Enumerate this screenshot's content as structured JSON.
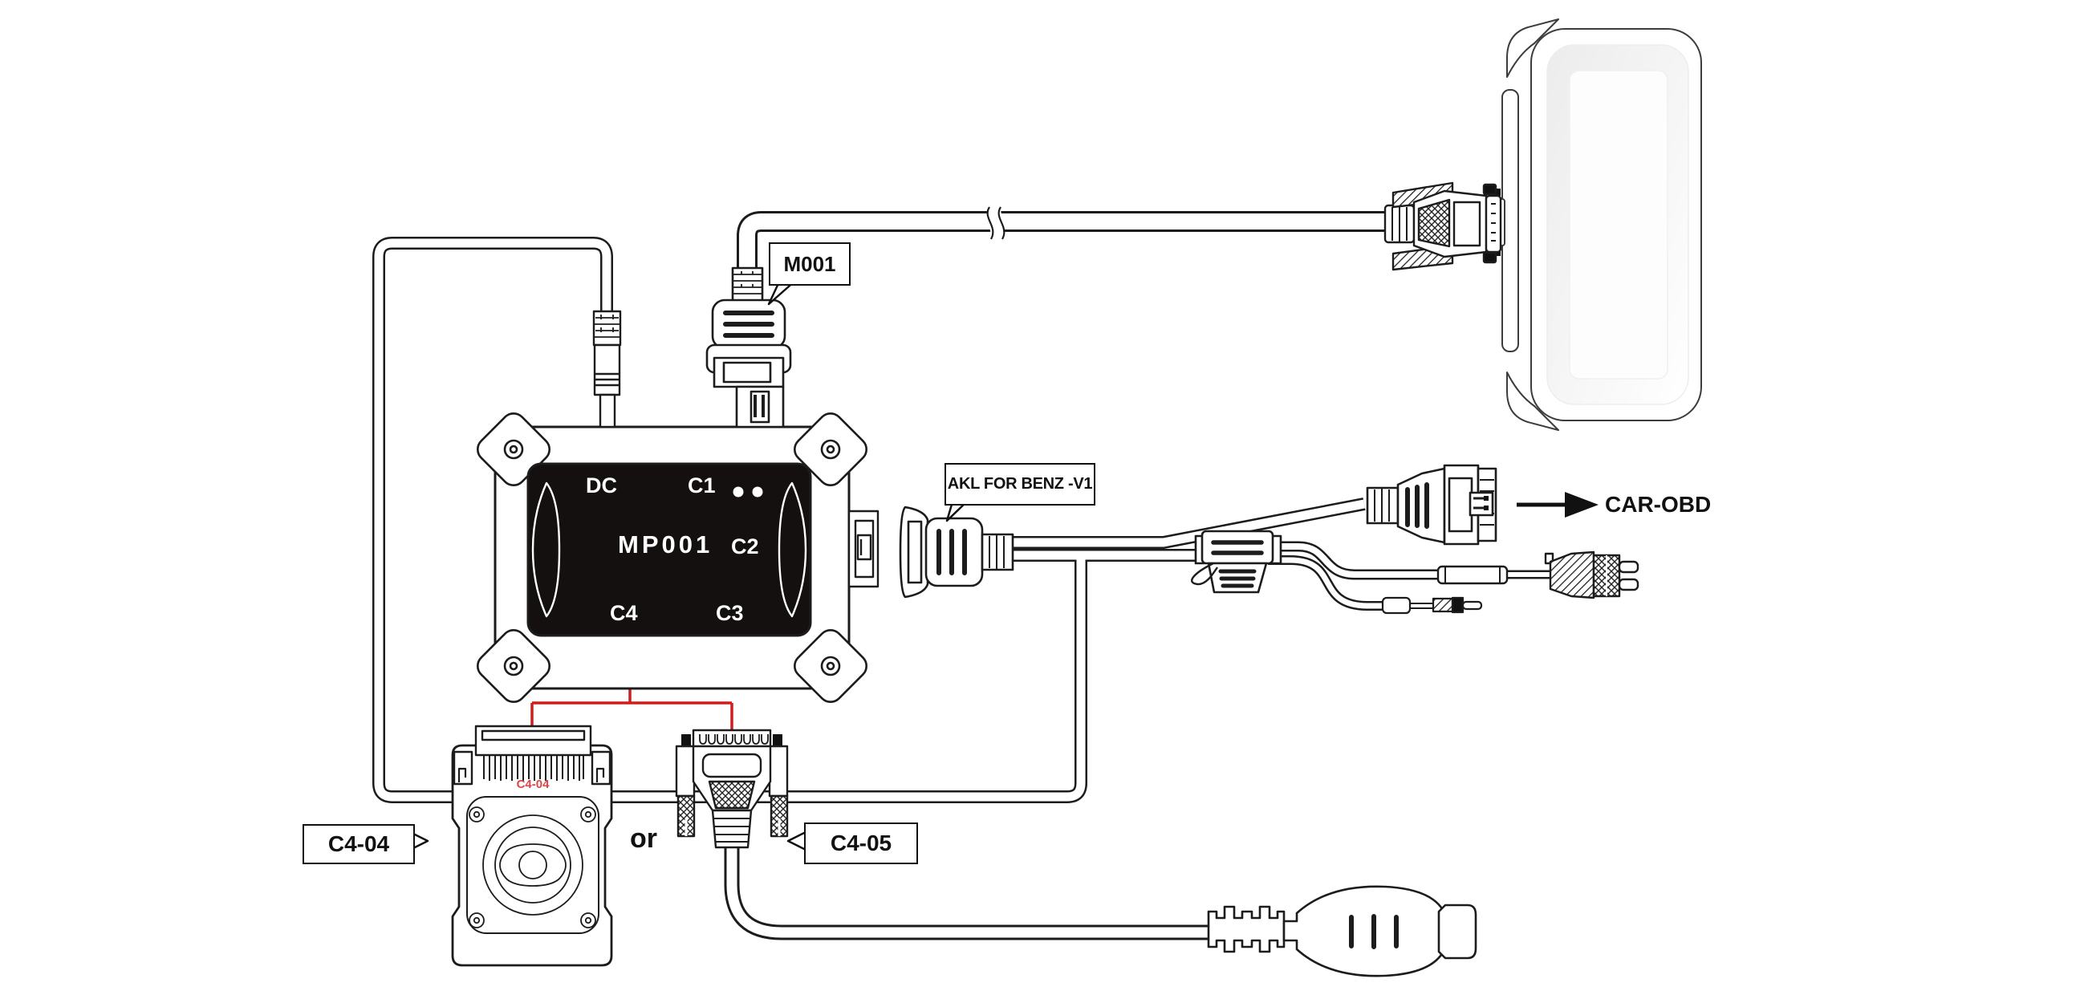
{
  "colors": {
    "background": "#ffffff",
    "line": "#1c1c1c",
    "red_line": "#cf1d1d",
    "red_print": "#e04646",
    "panel": "#14100f"
  },
  "device_mp001": {
    "model": "MP001",
    "port_dc": "DC",
    "port_c1": "C1",
    "port_c2": "C2",
    "port_c3": "C3",
    "port_c4": "C4"
  },
  "callouts": {
    "m001": "M001",
    "akl_benz": "AKL FOR BENZ -V1",
    "c4_04": "C4-04",
    "c4_05": "C4-05"
  },
  "labels": {
    "car_obd": "CAR-OBD",
    "or_alternative": "or",
    "c4_04_print": "C4-04"
  }
}
